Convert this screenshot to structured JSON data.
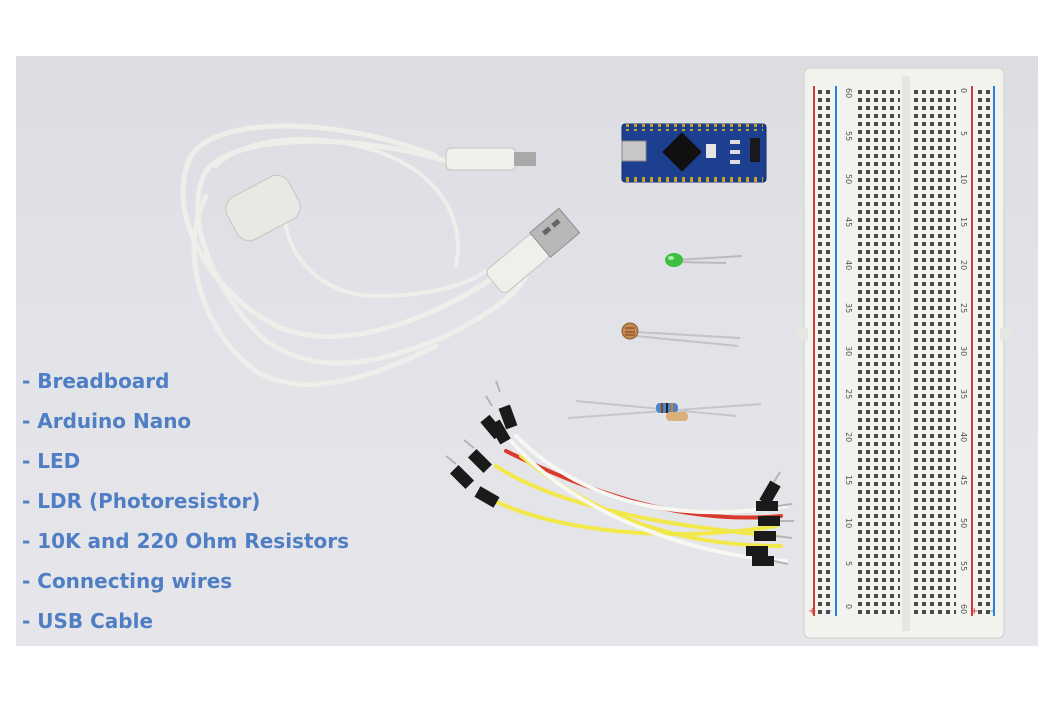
{
  "parts_list": [
    "- Breadboard",
    "- Arduino Nano",
    "- LED",
    "- LDR (Photoresistor)",
    "- 10K and 220 Ohm Resistors",
    "- Connecting wires",
    "- USB Cable"
  ],
  "breadboard": {
    "column_numbers_left": [
      "60",
      "55",
      "50",
      "45",
      "40",
      "35",
      "30",
      "25",
      "20",
      "15",
      "10",
      "5",
      "0"
    ],
    "column_numbers_right": [
      "0",
      "5",
      "10",
      "15",
      "20",
      "25",
      "30",
      "35",
      "40",
      "45",
      "50",
      "55",
      "60"
    ],
    "rail_signs": [
      "+",
      "-"
    ]
  },
  "colors": {
    "label_text": "#4f7ec4",
    "background": "#e2e3e8",
    "board": "#f2f2ee",
    "rail_red": "#d23a3a",
    "rail_blue": "#2f7fd6",
    "pcb": "#1c3f8f",
    "cable": "#eeeeea",
    "wire_red": "#d83a2c",
    "wire_yellow": "#f2e84a",
    "wire_white": "#f7f7f4"
  }
}
